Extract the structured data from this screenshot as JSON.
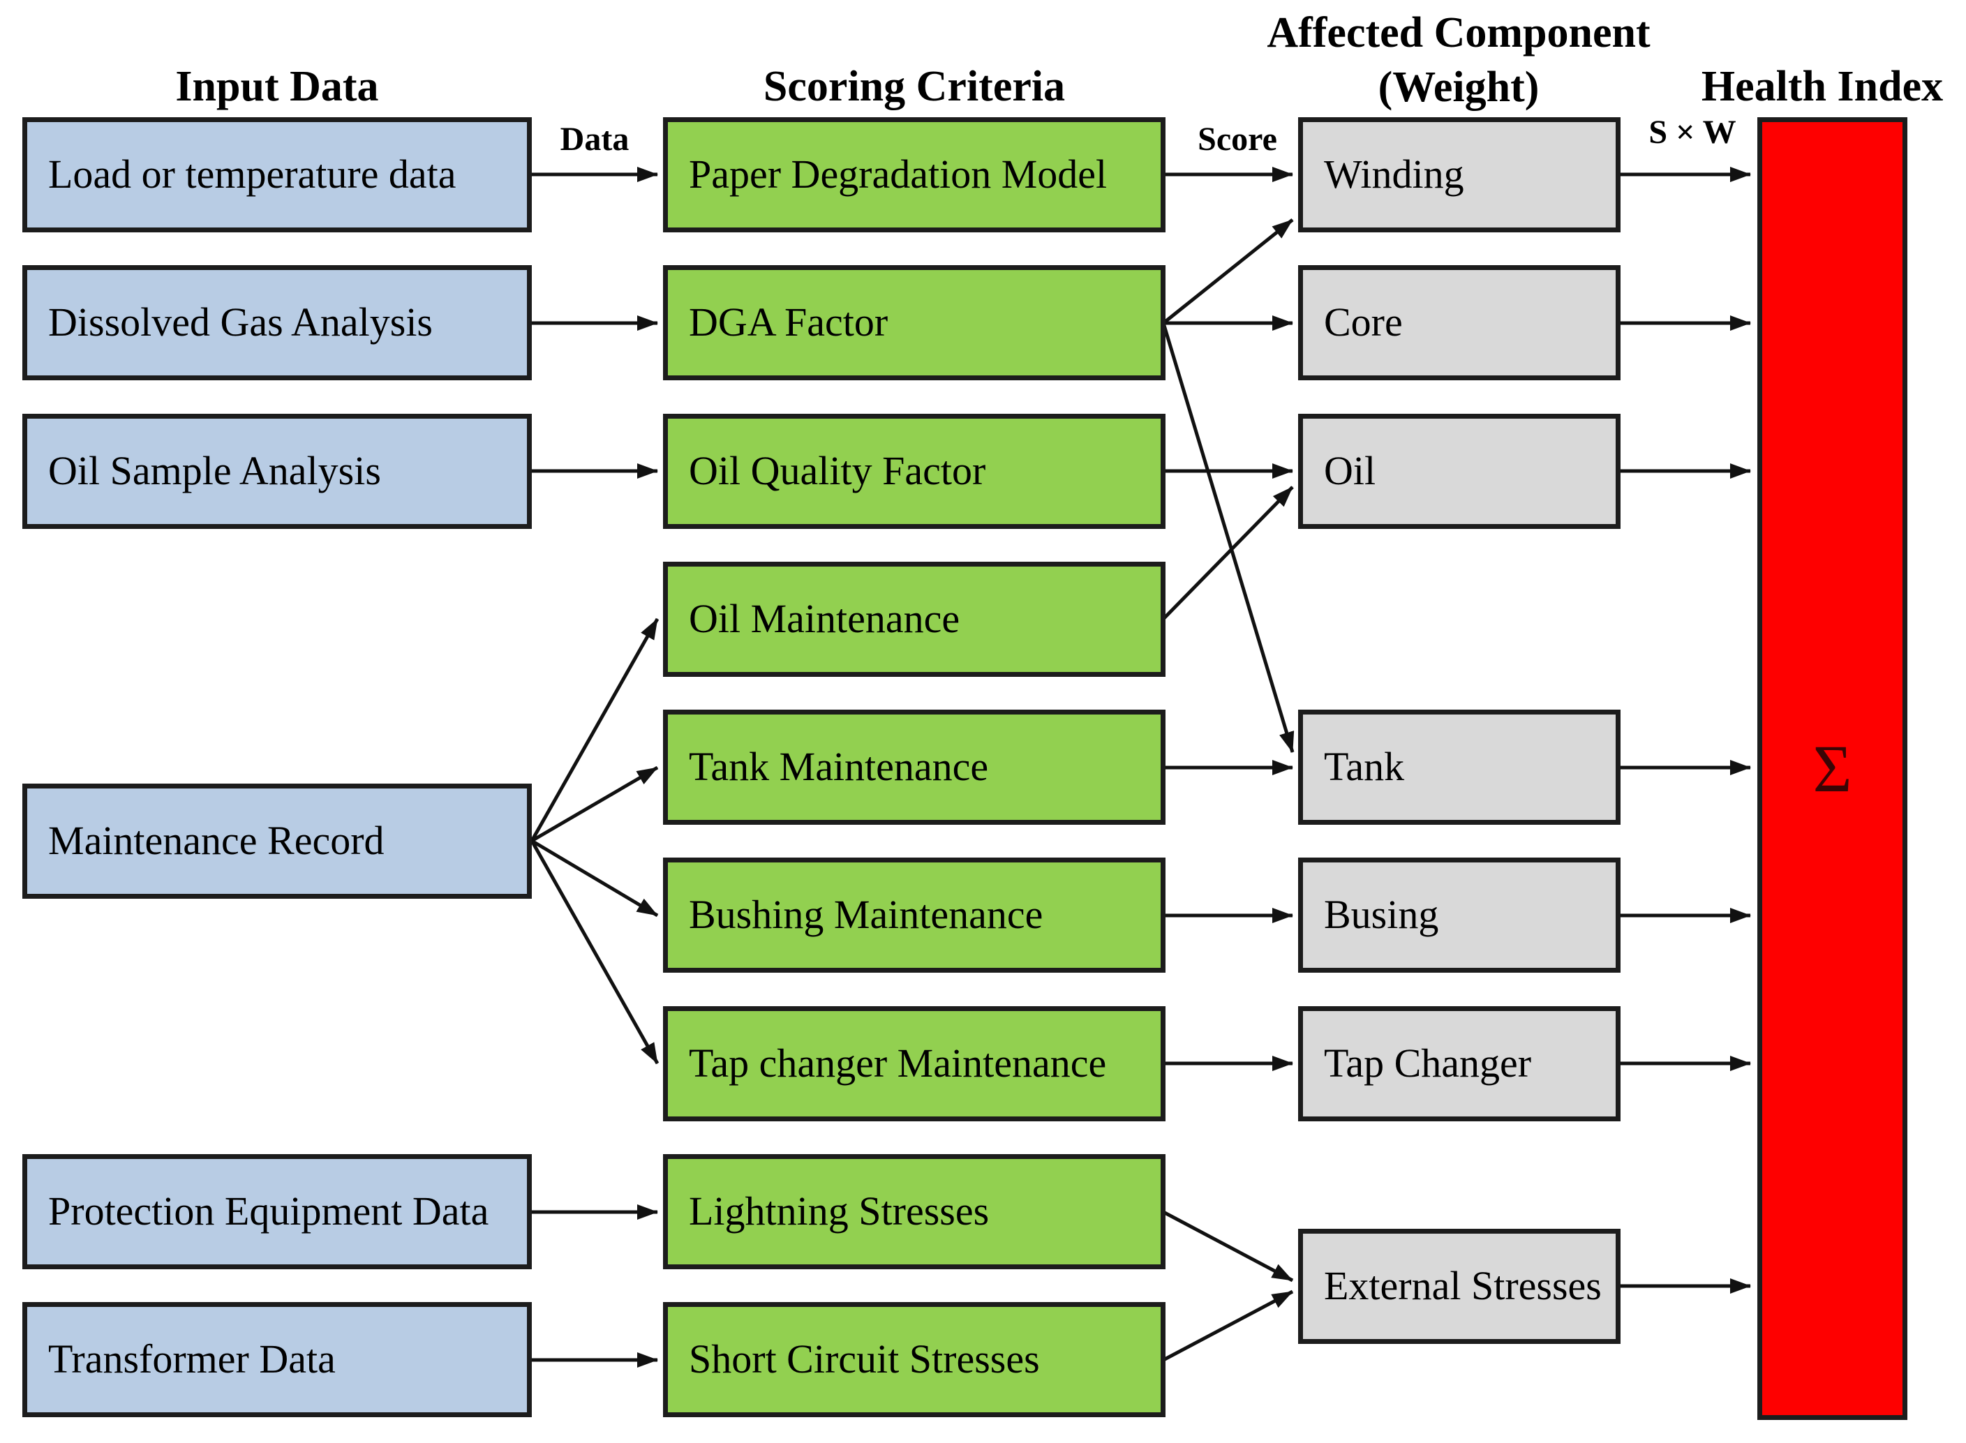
{
  "diagram": {
    "headers": {
      "input": "Input Data",
      "scoring": "Scoring Criteria",
      "component_line1": "Affected Component",
      "component_line2": "(Weight)",
      "health": "Health Index"
    },
    "arrow_labels": {
      "data": "Data",
      "score": "Score",
      "sxw": "S × W"
    },
    "sigma": "Σ",
    "colors": {
      "input_fill": "#b8cce4",
      "scoring_fill": "#92d050",
      "component_fill": "#d9d9d9",
      "health_fill": "#fe0000",
      "border": "#1c1c1c",
      "sigma_text": "#3a0505"
    },
    "input_nodes": [
      {
        "label": "Load or temperature data"
      },
      {
        "label": "Dissolved Gas Analysis"
      },
      {
        "label": "Oil Sample Analysis"
      },
      {
        "label": "Maintenance Record"
      },
      {
        "label": "Protection Equipment Data"
      },
      {
        "label": "Transformer Data"
      }
    ],
    "scoring_nodes": [
      {
        "label": "Paper Degradation Model"
      },
      {
        "label": "DGA Factor"
      },
      {
        "label": "Oil Quality Factor"
      },
      {
        "label": "Oil Maintenance"
      },
      {
        "label": "Tank Maintenance"
      },
      {
        "label": "Bushing Maintenance"
      },
      {
        "label": "Tap changer Maintenance"
      },
      {
        "label": "Lightning Stresses"
      },
      {
        "label": "Short Circuit Stresses"
      }
    ],
    "component_nodes": [
      {
        "label": "Winding"
      },
      {
        "label": "Core"
      },
      {
        "label": "Oil"
      },
      {
        "label": "Tank"
      },
      {
        "label": "Busing"
      },
      {
        "label": "Tap Changer"
      },
      {
        "label": "External Stresses"
      }
    ],
    "edges": [
      {
        "from": "Load or temperature data",
        "to": "Paper Degradation Model",
        "label": "Data"
      },
      {
        "from": "Dissolved Gas Analysis",
        "to": "DGA Factor"
      },
      {
        "from": "Oil Sample Analysis",
        "to": "Oil Quality Factor"
      },
      {
        "from": "Maintenance Record",
        "to": "Oil Maintenance"
      },
      {
        "from": "Maintenance Record",
        "to": "Tank Maintenance"
      },
      {
        "from": "Maintenance Record",
        "to": "Bushing Maintenance"
      },
      {
        "from": "Maintenance Record",
        "to": "Tap changer Maintenance"
      },
      {
        "from": "Protection Equipment Data",
        "to": "Lightning Stresses"
      },
      {
        "from": "Transformer Data",
        "to": "Short Circuit Stresses"
      },
      {
        "from": "Paper Degradation Model",
        "to": "Winding",
        "label": "Score"
      },
      {
        "from": "DGA Factor",
        "to": "Winding"
      },
      {
        "from": "DGA Factor",
        "to": "Core"
      },
      {
        "from": "DGA Factor",
        "to": "Tank"
      },
      {
        "from": "Oil Quality Factor",
        "to": "Oil"
      },
      {
        "from": "Oil Maintenance",
        "to": "Oil"
      },
      {
        "from": "Tank Maintenance",
        "to": "Tank"
      },
      {
        "from": "Bushing Maintenance",
        "to": "Busing"
      },
      {
        "from": "Tap changer Maintenance",
        "to": "Tap Changer"
      },
      {
        "from": "Lightning Stresses",
        "to": "External Stresses"
      },
      {
        "from": "Short Circuit Stresses",
        "to": "External Stresses"
      },
      {
        "from": "Winding",
        "to": "Health Index",
        "label": "S × W"
      },
      {
        "from": "Core",
        "to": "Health Index"
      },
      {
        "from": "Oil",
        "to": "Health Index"
      },
      {
        "from": "Tank",
        "to": "Health Index"
      },
      {
        "from": "Busing",
        "to": "Health Index"
      },
      {
        "from": "Tap Changer",
        "to": "Health Index"
      },
      {
        "from": "External Stresses",
        "to": "Health Index"
      }
    ]
  }
}
